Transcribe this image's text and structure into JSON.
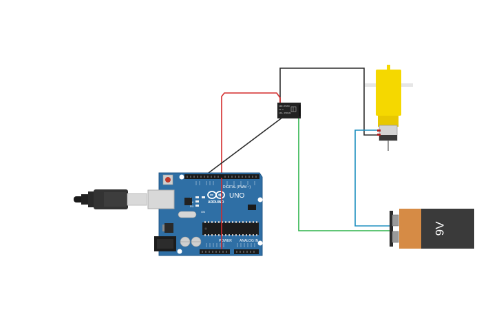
{
  "colors": {
    "board": "#2f6fa5",
    "board_edge": "#1f5686",
    "wire_black": "#2b2b2b",
    "wire_red": "#d42a2a",
    "wire_green": "#2db34a",
    "wire_blue": "#1e8fc0",
    "motor_yellow": "#f5d800",
    "battery_copper": "#d68b45",
    "battery_body": "#3a3a3a",
    "relay_body": "#222222"
  },
  "arduino": {
    "brand": "ARDUINO",
    "model": "UNO",
    "digital_label": "DIGITAL (PWM ~)",
    "power_label": "POWER",
    "analog_label": "ANALOG IN",
    "led_tx": "TX",
    "led_rx": "RX",
    "led_l": "L",
    "led_on": "ON"
  },
  "relay": {
    "line1": "SRD-05VDC",
    "line2": "SL-C",
    "line3": "10A 250VAC"
  },
  "battery": {
    "label": "9V"
  },
  "icons": {
    "usb": "usb-cable-icon",
    "reset": "reset-button-icon",
    "chip": "microcontroller-chip-icon"
  }
}
